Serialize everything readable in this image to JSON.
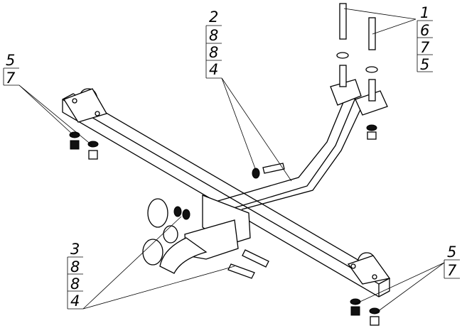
{
  "callouts": {
    "top_left": [
      "5",
      "7"
    ],
    "top_middle": [
      "2",
      "8",
      "8",
      "4"
    ],
    "top_right": [
      "1",
      "6",
      "7",
      "5"
    ],
    "bottom_left": [
      "3",
      "8",
      "8",
      "4"
    ],
    "bottom_right": [
      "5",
      "7"
    ]
  }
}
